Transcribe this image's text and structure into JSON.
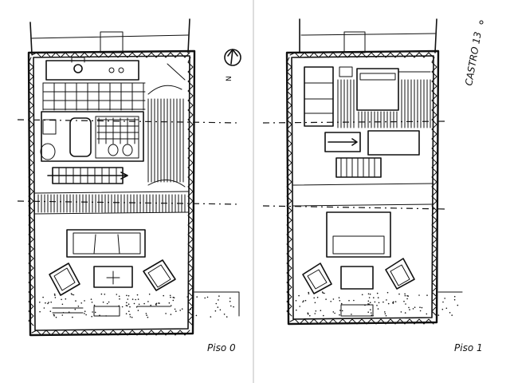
{
  "labels": {
    "plan_left": "Piso 0",
    "plan_right": "Piso 1",
    "north_mark": "N",
    "signature": "CASTRO 13"
  },
  "colors": {
    "ink": "#111111",
    "paper": "#ffffff",
    "fold_line": "#bbbbbb"
  }
}
